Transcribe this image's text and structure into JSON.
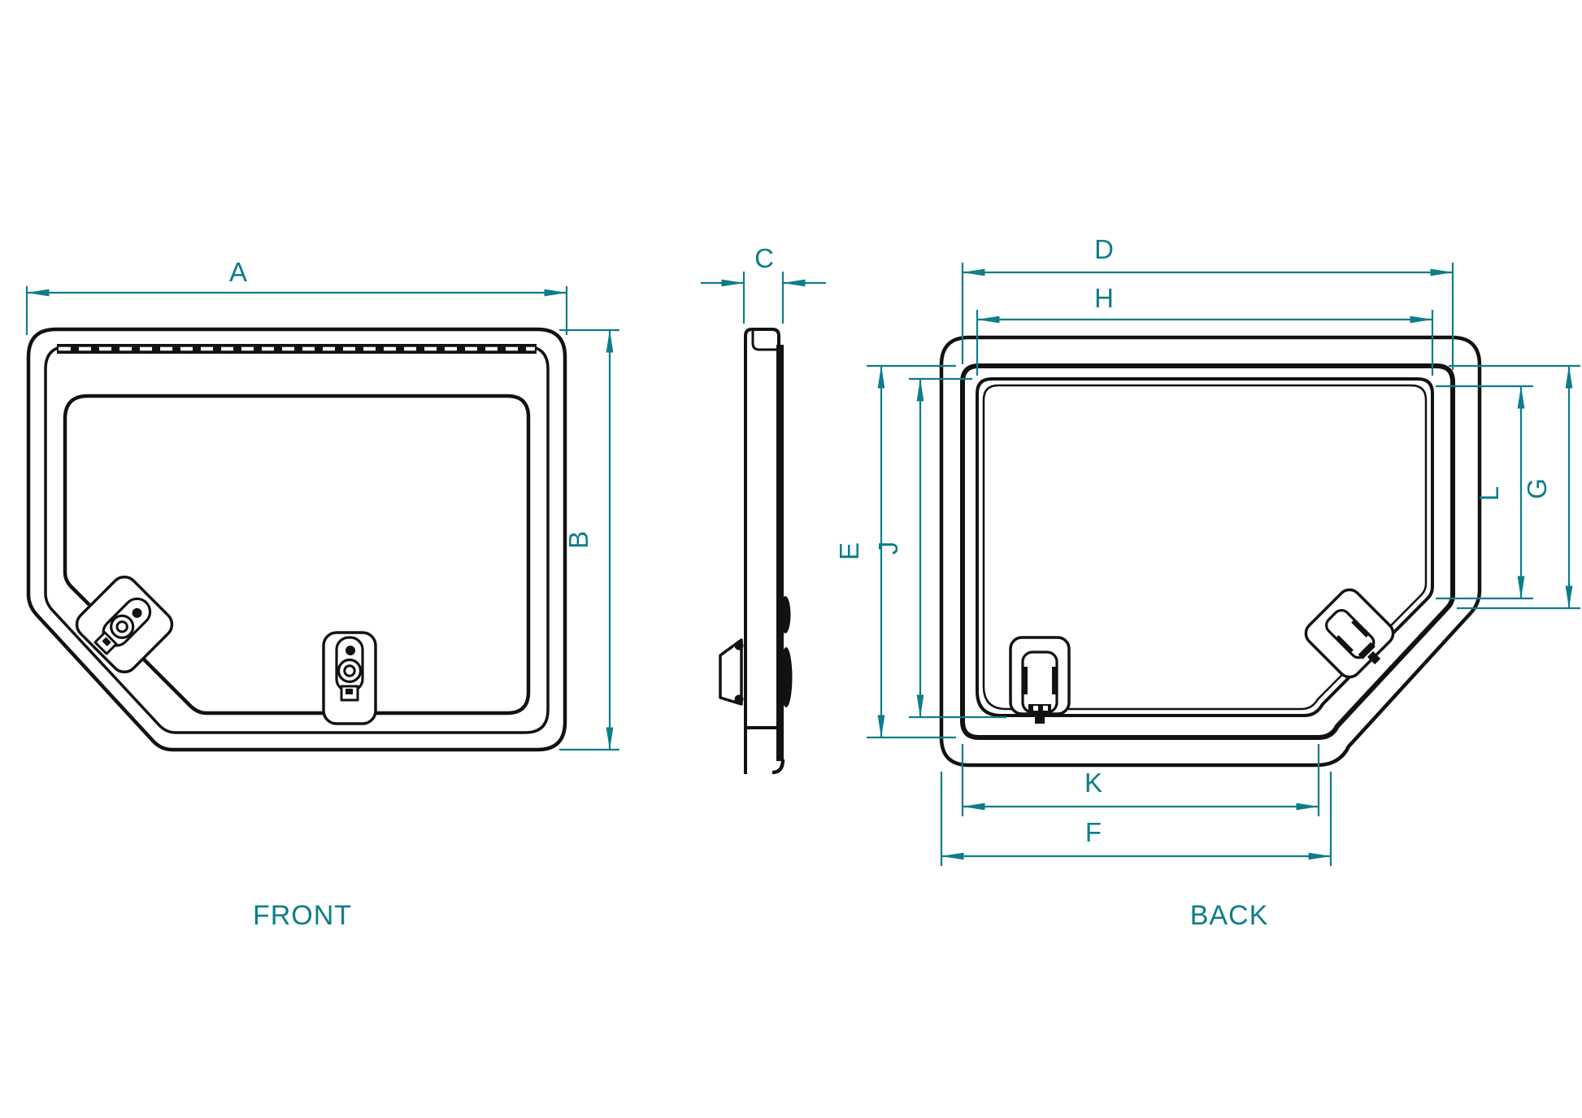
{
  "labels": {
    "a": "A",
    "b": "B",
    "c": "C",
    "d": "D",
    "e": "E",
    "f": "F",
    "g": "G",
    "h": "H",
    "j": "J",
    "k": "K",
    "l": "L"
  },
  "captions": {
    "front": "FRONT",
    "back": "BACK"
  },
  "colors": {
    "dimension_accent": "#0e7d89",
    "drawing_line": "#121212",
    "background": "#ffffff"
  }
}
